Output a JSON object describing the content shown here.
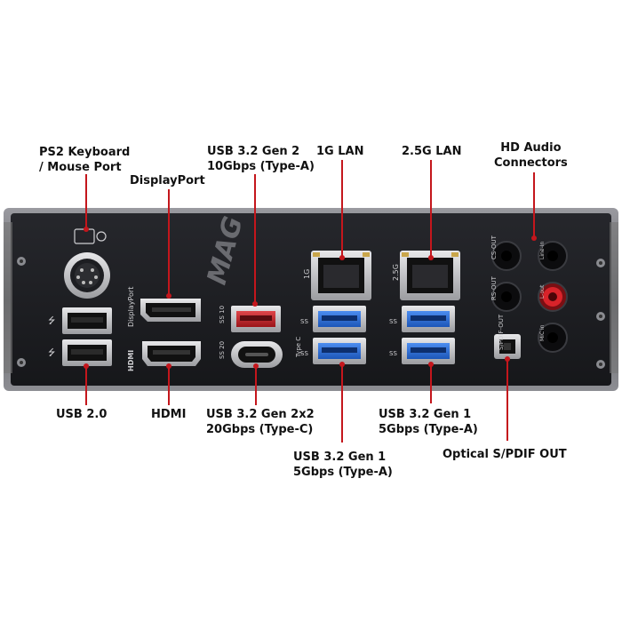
{
  "labels": {
    "ps2_line1": "PS2 Keyboard",
    "ps2_line2": "/ Mouse Port",
    "displayport": "DisplayPort",
    "usb_gen2_line1": "USB 3.2 Gen 2",
    "usb_gen2_line2": "10Gbps (Type-A)",
    "lan_1g": "1G LAN",
    "lan_25g": "2.5G LAN",
    "hd_audio_line1": "HD Audio",
    "hd_audio_line2": "Connectors",
    "usb20": "USB 2.0",
    "hdmi": "HDMI",
    "usb_2x2_line1": "USB 3.2 Gen 2x2",
    "usb_2x2_line2": "20Gbps (Type-C)",
    "usb_gen1_a_line1": "USB 3.2 Gen 1",
    "usb_gen1_a_line2": "5Gbps (Type-A)",
    "usb_gen1_b_line1": "USB 3.2 Gen 1",
    "usb_gen1_b_line2": "5Gbps (Type-A)",
    "optical": "Optical S/PDIF OUT"
  },
  "plate_text": {
    "logo": "MAG",
    "displayport": "DisplayPort",
    "hdmi": "HDMI",
    "type_c": "Type C",
    "lan_1g": "1G",
    "lan_25g": "2.5G",
    "cs_out": "CS-OUT",
    "rs_out": "RS-OUT",
    "spdif_out": "S/PDIF-OUT",
    "line_in": "Line-In",
    "line_out": "L-out",
    "mic_in": "MIC in",
    "ss10": "SS 10",
    "ss20": "SS 20",
    "ss": "SS"
  },
  "colors": {
    "leader": "#c4161c",
    "plate": "#1b1c20",
    "usb_gen1": "#2f6fd8",
    "usb_gen2": "#c8282d",
    "mic_jack": "#d8232a"
  }
}
